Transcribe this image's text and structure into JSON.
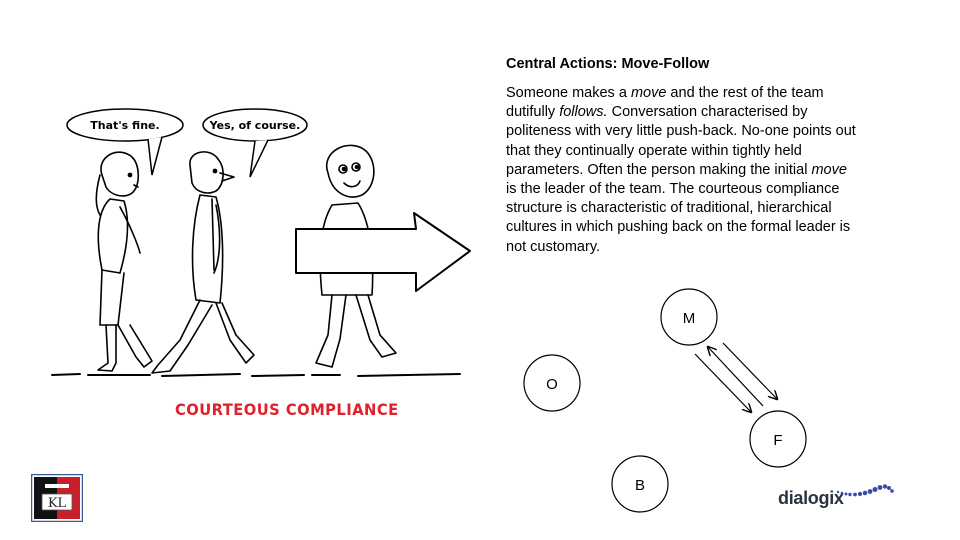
{
  "slide": {
    "title": "Central Actions: Move-Follow",
    "body": [
      {
        "text": "Someone makes a ",
        "italic": false
      },
      {
        "text": "move",
        "italic": true
      },
      {
        "text": " and the rest of the team dutifully ",
        "italic": false
      },
      {
        "text": "follows.",
        "italic": true
      },
      {
        "text": " Conversation characterised by politeness with very little push-back. No-one points out that they continually operate within tightly held parameters.  Often the person making the initial ",
        "italic": false
      },
      {
        "text": "move",
        "italic": true
      },
      {
        "text": " is the leader of the team.  The courteous compliance structure is characteristic of traditional, hierarchical cultures in which pushing back on the formal leader is not customary.",
        "italic": false
      }
    ]
  },
  "cartoon": {
    "bubble_left": "That's fine.",
    "bubble_right": "Yes, of course.",
    "caption": "COURTEOUS COMPLIANCE",
    "caption_color": "#e0202a"
  },
  "diagram": {
    "nodes": {
      "m": "M",
      "o": "O",
      "f": "F",
      "b": "B"
    }
  },
  "logos": {
    "left": "kl-logo",
    "kl_text": "KL",
    "kl_colors": {
      "left": "#111111",
      "right": "#c8202a",
      "frame": "#3a5a9a"
    },
    "right_text": "dialogix",
    "dialogix_dot_color": "#3a4aa8"
  }
}
